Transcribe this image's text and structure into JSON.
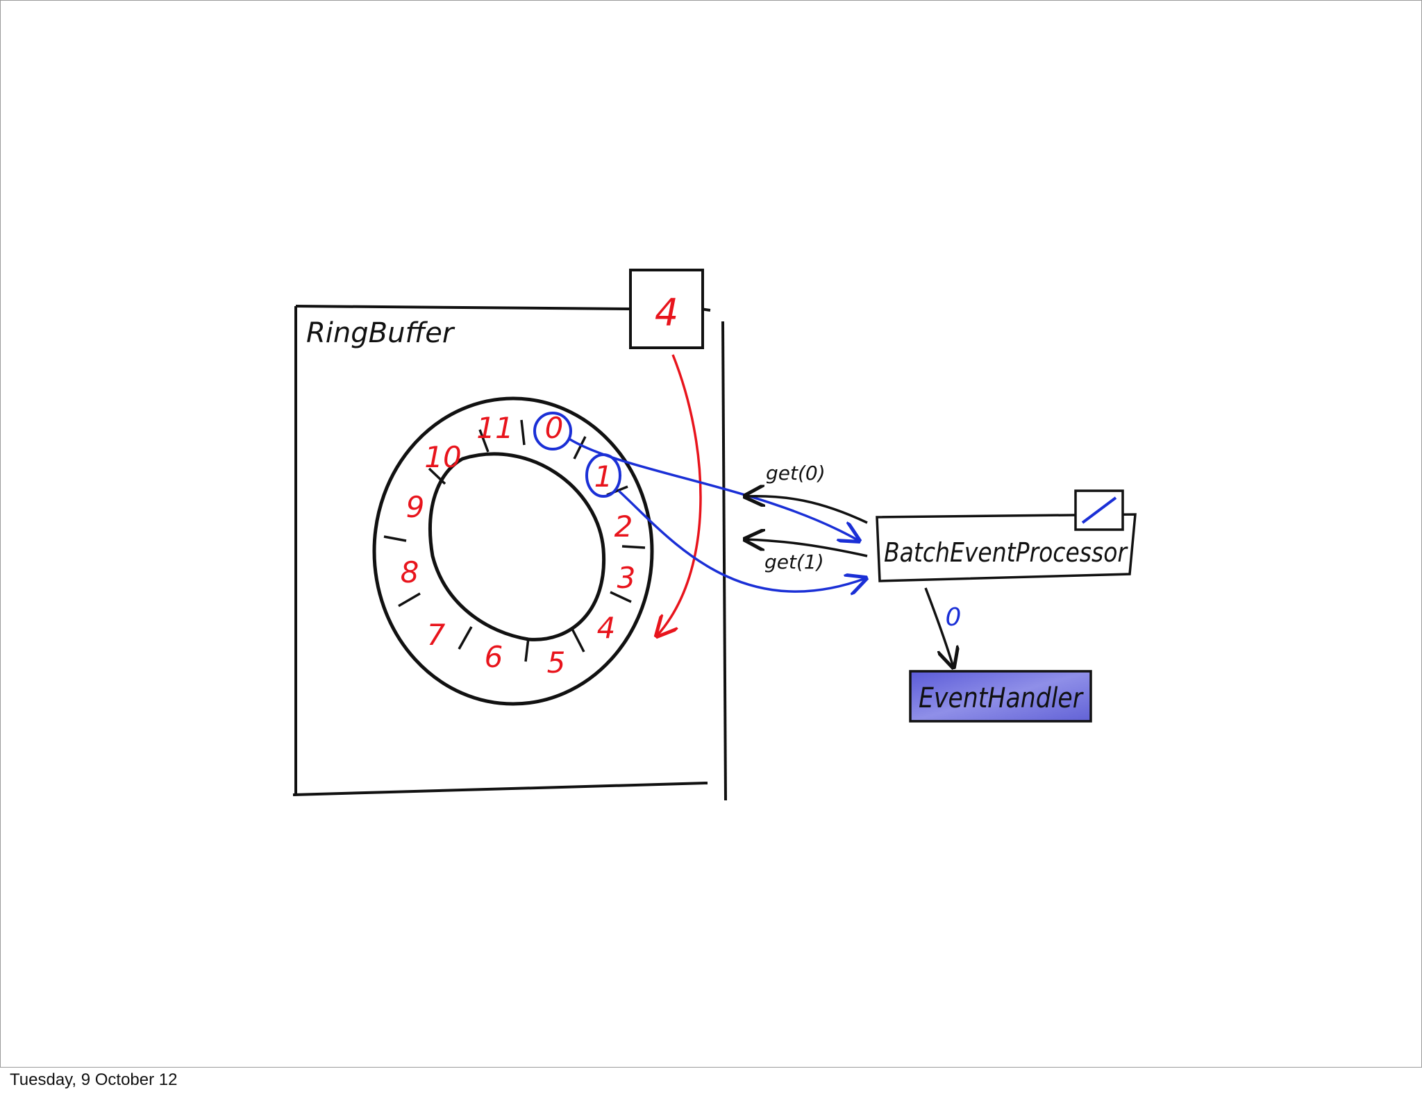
{
  "footer": {
    "date": "Tuesday, 9 October 12"
  },
  "diagram": {
    "ring_buffer": {
      "label": "RingBuffer",
      "cursor_value": "4",
      "slots": [
        "0",
        "1",
        "2",
        "3",
        "4",
        "5",
        "6",
        "7",
        "8",
        "9",
        "10",
        "11"
      ]
    },
    "processor": {
      "label": "BatchEventProcessor",
      "sequence_value": "/"
    },
    "handler": {
      "label": "EventHandler",
      "passed_value": "0"
    },
    "calls": {
      "get0": "get(0)",
      "get1": "get(1)"
    }
  },
  "colors": {
    "ink": "#111111",
    "red": "#e8141c",
    "blue": "#1a2fd6",
    "handler_fill": "#6f6fe0"
  }
}
